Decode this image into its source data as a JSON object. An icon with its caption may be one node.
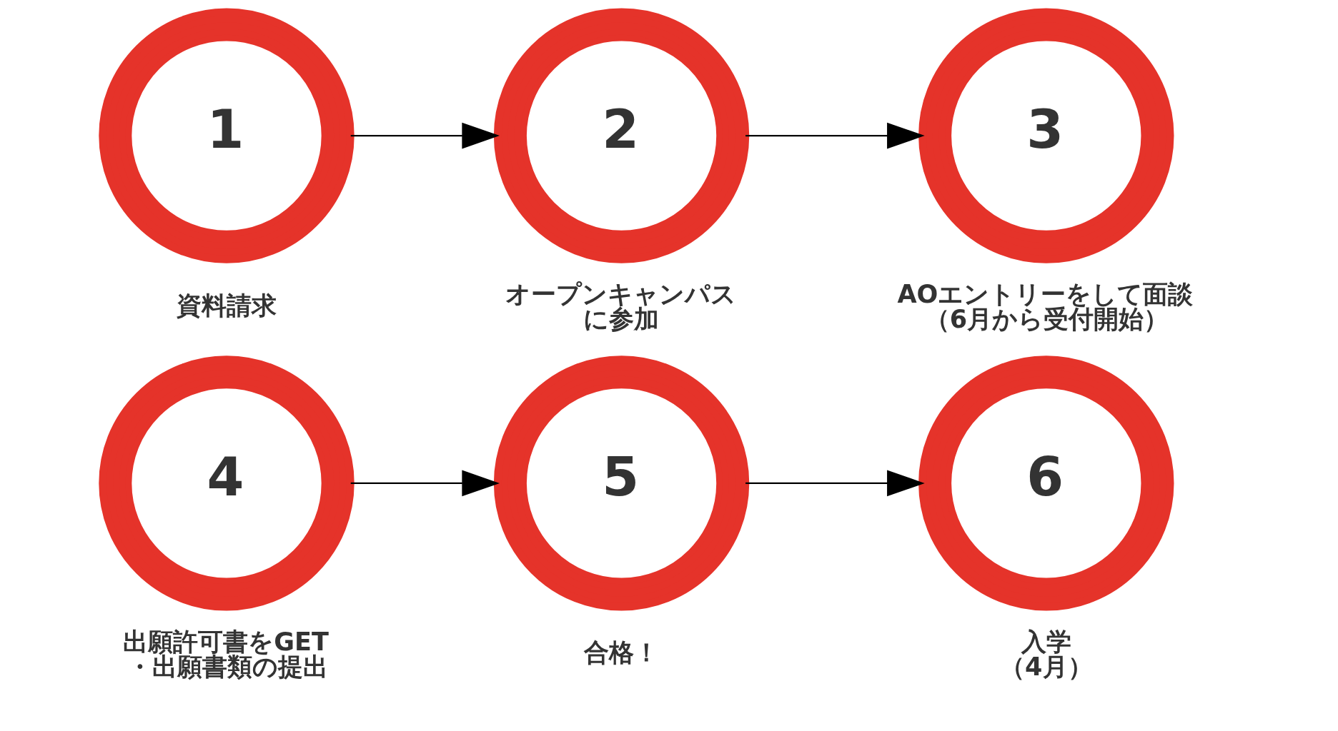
{
  "diagram": {
    "nodes": [
      {
        "text": [
          "1"
        ],
        "beside": [
          "資料請求"
        ]
      },
      {
        "text": [
          "2"
        ],
        "beside": [
          "オープンキャンパスに参加"
        ]
      },
      {
        "text": [
          "3"
        ],
        "beside": [
          "AOエントリーをして面談（6月から受付開始）"
        ]
      },
      {
        "text": [
          "4"
        ],
        "beside": [
          "出願許可書をGET・出願書類の提出"
        ]
      },
      {
        "text": [
          "5"
        ],
        "beside": [
          "合格！"
        ]
      },
      {
        "text": [
          "6"
        ],
        "beside": [
          "入学（4月）"
        ]
      }
    ],
    "edges": [
      {
        "from": 0,
        "to": 1,
        "arrow": "to"
      },
      {
        "from": 1,
        "to": 2,
        "arrow": "to"
      },
      {
        "from": 3,
        "to": 4,
        "arrow": "to"
      },
      {
        "from": 4,
        "to": 5,
        "arrow": "to"
      }
    ]
  }
}
